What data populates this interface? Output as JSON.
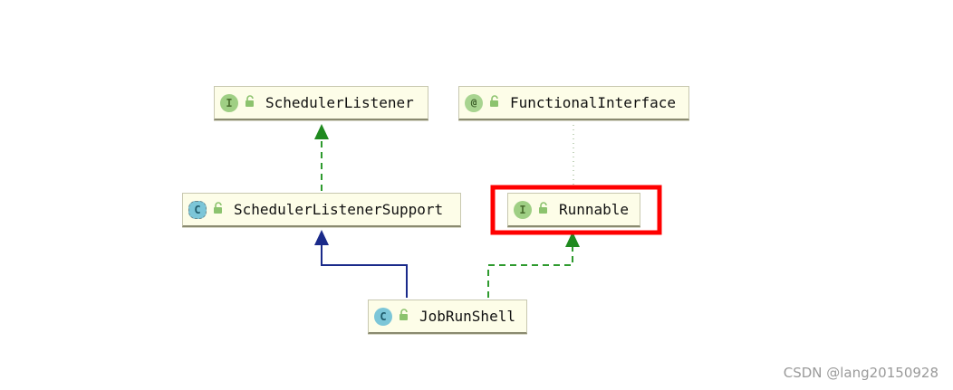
{
  "nodes": {
    "scheduler_listener": {
      "name": "SchedulerListener",
      "kind": "I"
    },
    "functional_interface": {
      "name": "FunctionalInterface",
      "kind": "@"
    },
    "scheduler_listener_support": {
      "name": "SchedulerListenerSupport",
      "kind": "C"
    },
    "runnable": {
      "name": "Runnable",
      "kind": "I"
    },
    "job_run_shell": {
      "name": "JobRunShell",
      "kind": "C"
    }
  },
  "colors": {
    "implements": "#2e9a2e",
    "extends": "#1a2a8a",
    "annotation_link": "#7a9a6a",
    "highlight": "#ff0000"
  },
  "icons": {
    "visibility": "open-lock-icon"
  },
  "watermark": "CSDN @lang20150928"
}
